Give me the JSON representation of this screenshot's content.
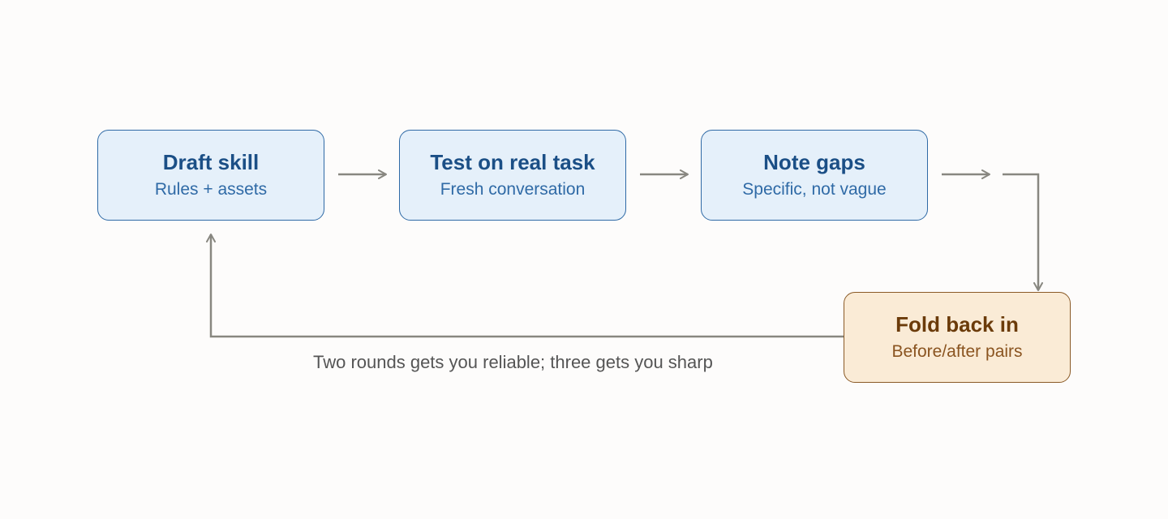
{
  "colors": {
    "box_fill": "#e5f0fa",
    "box_border": "#2f6aa6",
    "box_title": "#1b4f86",
    "box_subtitle": "#2f6aa6",
    "accent_fill": "#faebd6",
    "accent_border": "#8a5a26",
    "accent_title": "#6b3b0a",
    "accent_subtitle": "#8a5420",
    "arrow": "#888780",
    "caption": "#555555"
  },
  "steps": [
    {
      "title": "Draft skill",
      "subtitle": "Rules + assets"
    },
    {
      "title": "Test on real task",
      "subtitle": "Fresh conversation"
    },
    {
      "title": "Note gaps",
      "subtitle": "Specific, not vague"
    },
    {
      "title": "Fold back in",
      "subtitle": "Before/after pairs"
    }
  ],
  "loop_caption": "Two rounds gets you reliable; three gets you sharp"
}
